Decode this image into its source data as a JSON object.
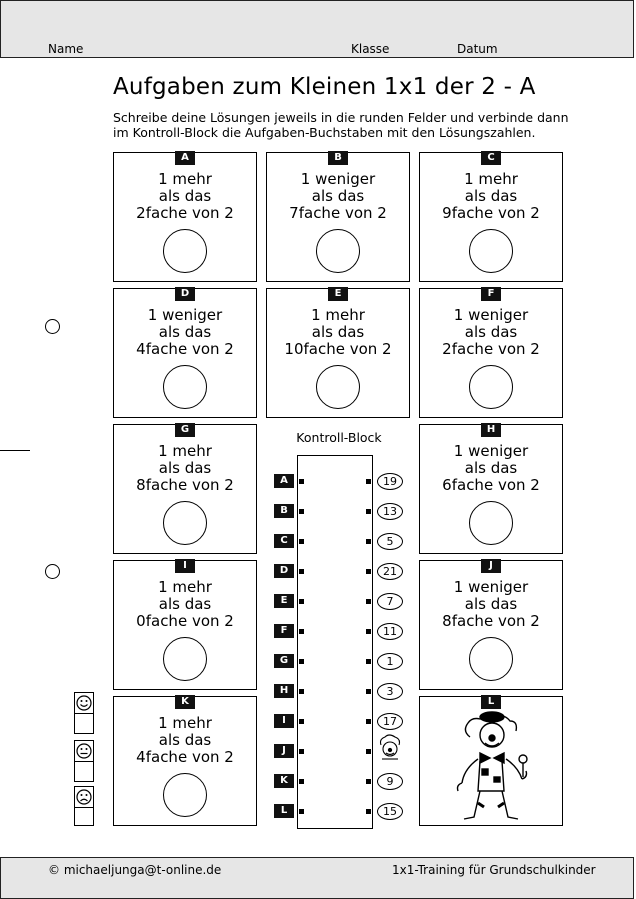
{
  "header": {
    "name_label": "Name",
    "class_label": "Klasse",
    "date_label": "Datum"
  },
  "title": "Aufgaben zum Kleinen 1x1 der 2 - A",
  "instructions": {
    "line1": "Schreibe deine Lösungen jeweils in die runden Felder und verbinde dann",
    "line2": "im Kontroll-Block die Aufgaben-Buchstaben mit den Lösungszahlen."
  },
  "tasks": [
    {
      "letter": "A",
      "l1": "1 mehr",
      "l2": "als das",
      "l3": "2fache von 2"
    },
    {
      "letter": "B",
      "l1": "1 weniger",
      "l2": "als das",
      "l3": "7fache von 2"
    },
    {
      "letter": "C",
      "l1": "1 mehr",
      "l2": "als das",
      "l3": "9fache von 2"
    },
    {
      "letter": "D",
      "l1": "1 weniger",
      "l2": "als das",
      "l3": "4fache von 2"
    },
    {
      "letter": "E",
      "l1": "1 mehr",
      "l2": "als das",
      "l3": "10fache von 2"
    },
    {
      "letter": "F",
      "l1": "1 weniger",
      "l2": "als das",
      "l3": "2fache von 2"
    },
    {
      "letter": "G",
      "l1": "1 mehr",
      "l2": "als das",
      "l3": "8fache von 2"
    },
    {
      "letter": "H",
      "l1": "1 weniger",
      "l2": "als das",
      "l3": "6fache von 2"
    },
    {
      "letter": "I",
      "l1": "1 mehr",
      "l2": "als das",
      "l3": "0fache von 2"
    },
    {
      "letter": "J",
      "l1": "1 weniger",
      "l2": "als das",
      "l3": "8fache von 2"
    },
    {
      "letter": "K",
      "l1": "1 mehr",
      "l2": "als das",
      "l3": "4fache von 2"
    }
  ],
  "image_card": {
    "letter": "L"
  },
  "kontroll_block": {
    "title": "Kontroll-Block",
    "letters": [
      "A",
      "B",
      "C",
      "D",
      "E",
      "F",
      "G",
      "H",
      "I",
      "J",
      "K",
      "L"
    ],
    "numbers": [
      "19",
      "13",
      "5",
      "21",
      "7",
      "11",
      "1",
      "3",
      "17",
      "",
      "9",
      "15"
    ]
  },
  "footer": {
    "left": "© michaeljunga@t-online.de",
    "right": "1x1-Training für Grundschulkinder"
  }
}
